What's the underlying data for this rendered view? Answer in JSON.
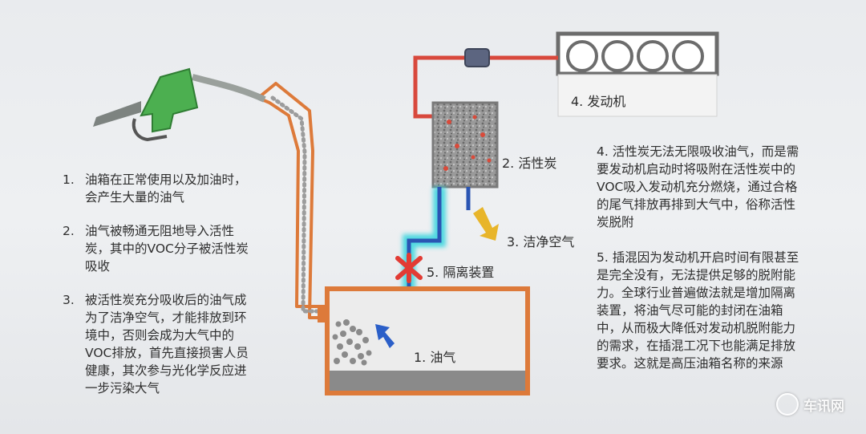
{
  "colors": {
    "orange": "#dd7a3a",
    "pipe_red": "#d8483c",
    "pipe_blue": "#2a55b3",
    "glow_cyan": "#3fd6df",
    "nozzle_green": "#4caf50",
    "arrow_yellow": "#e8b52a",
    "arrow_blue": "#2b5fc8",
    "valve_red": "#e23b34"
  },
  "left_list": [
    {
      "num": "1.",
      "text": "油箱在正常使用以及加油时，会产生大量的油气"
    },
    {
      "num": "2.",
      "text": "油气被畅通无阻地导入活性炭，其中的VOC分子被活性炭吸收"
    },
    {
      "num": "3.",
      "text": "被活性炭充分吸收后的油气成为了洁净空气，才能排放到环境中，否则会成为大气中的VOC排放，首先直接损害人员健康，其次参与光化学反应进一步污染大气"
    }
  ],
  "right_notes": [
    "4. 活性炭无法无限吸收油气，而是需要发动机启动时将吸附在活性炭中的VOC吸入发动机充分燃烧，通过合格的尾气排放再排到大气中，俗称活性炭脱附",
    "5. 插混因为发动机开启时间有限甚至是完全没有，无法提供足够的脱附能力。全球行业普遍做法就是增加隔离装置，将油气尽可能的封闭在油箱中，从而极大降低对发动机脱附能力的需求，在插混工况下也能满足排放要求。这就是高压油箱名称的来源"
  ],
  "labels": {
    "engine": "4. 发动机",
    "carbon": "2. 活性炭",
    "clean_air": "3. 洁净空气",
    "isolation": "5. 隔离装置",
    "vapor": "1. 油气"
  },
  "icons": {
    "nozzle": "fuel-nozzle-icon",
    "valve": "isolation-valve-icon",
    "engine": "engine-cylinders-icon"
  },
  "watermark": {
    "text": "车讯网"
  }
}
